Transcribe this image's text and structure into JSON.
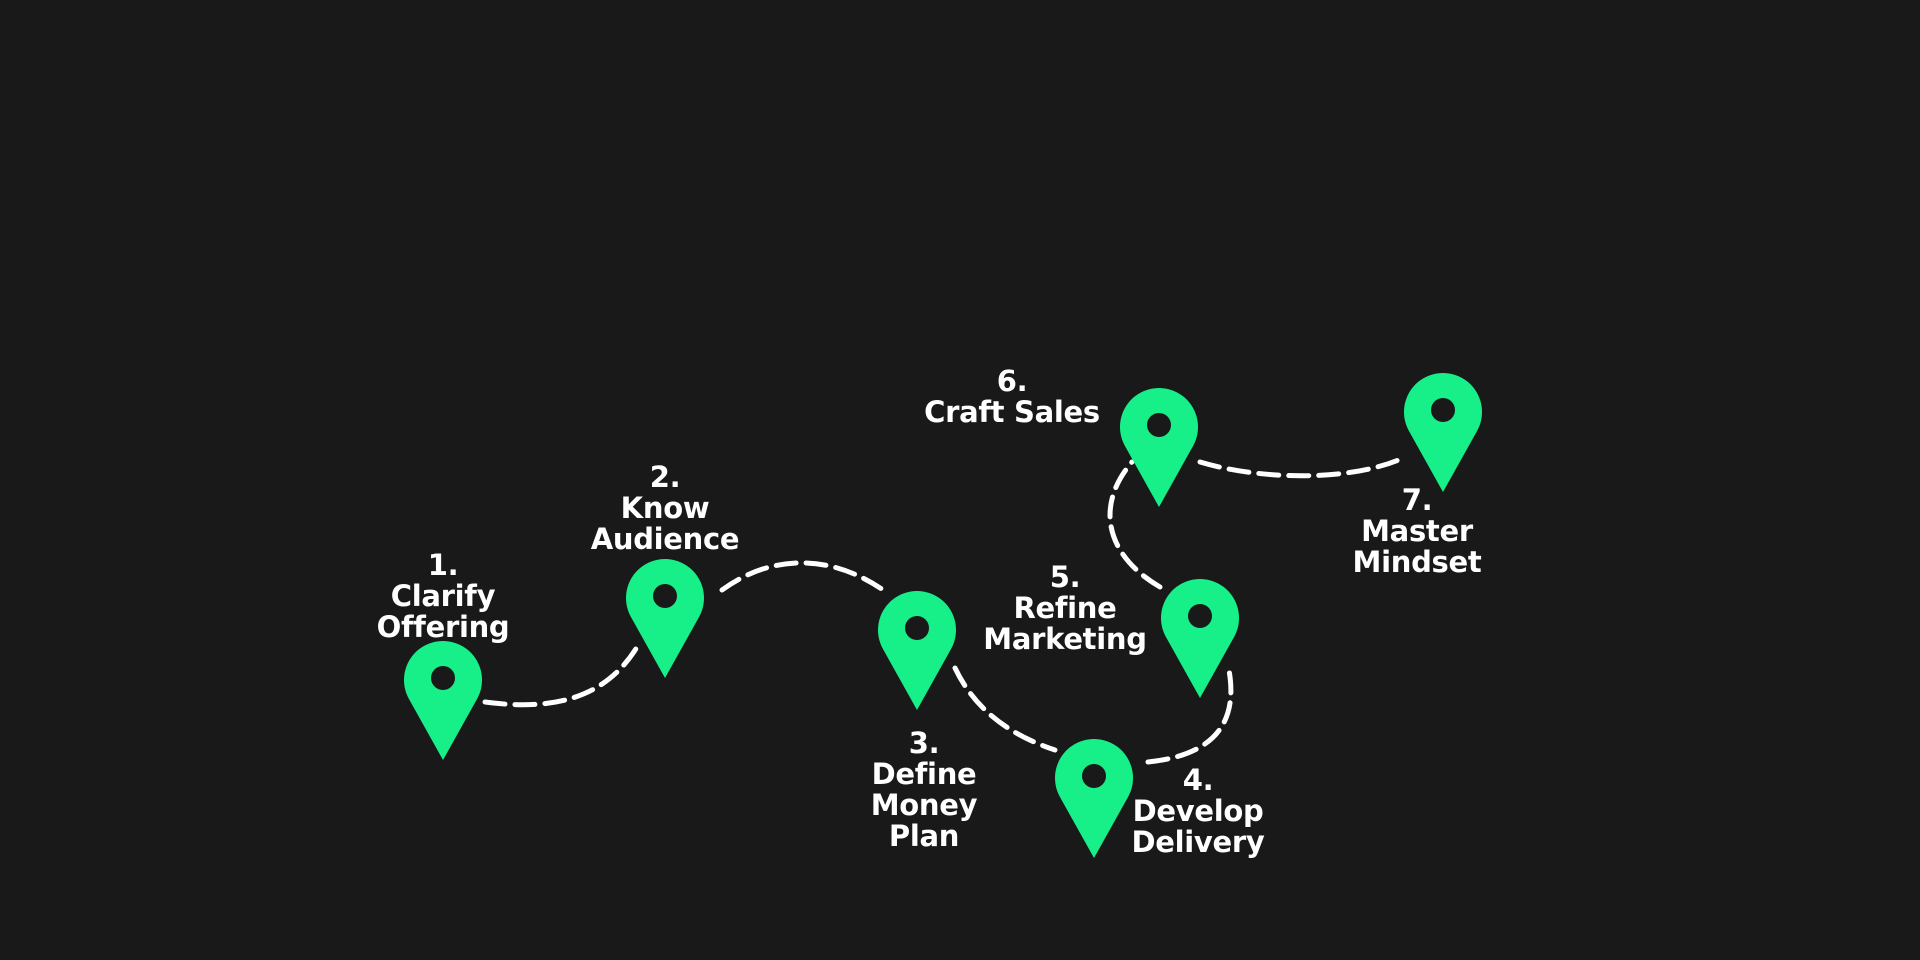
{
  "colors": {
    "background": "#191919",
    "pin": "#17f088",
    "path": "#ffffff",
    "text": "#ffffff"
  },
  "pin_icon": "map-pin-icon",
  "steps": [
    {
      "number": "1.",
      "lines": [
        "Clarify",
        "Offering"
      ]
    },
    {
      "number": "2.",
      "lines": [
        "Know",
        "Audience"
      ]
    },
    {
      "number": "3.",
      "lines": [
        "Define",
        "Money",
        "Plan"
      ]
    },
    {
      "number": "4.",
      "lines": [
        "Develop",
        "Delivery"
      ]
    },
    {
      "number": "5.",
      "lines": [
        "Refine",
        "Marketing"
      ]
    },
    {
      "number": "6.",
      "lines": [
        "Craft Sales"
      ]
    },
    {
      "number": "7.",
      "lines": [
        "Master",
        "Mindset"
      ]
    }
  ]
}
